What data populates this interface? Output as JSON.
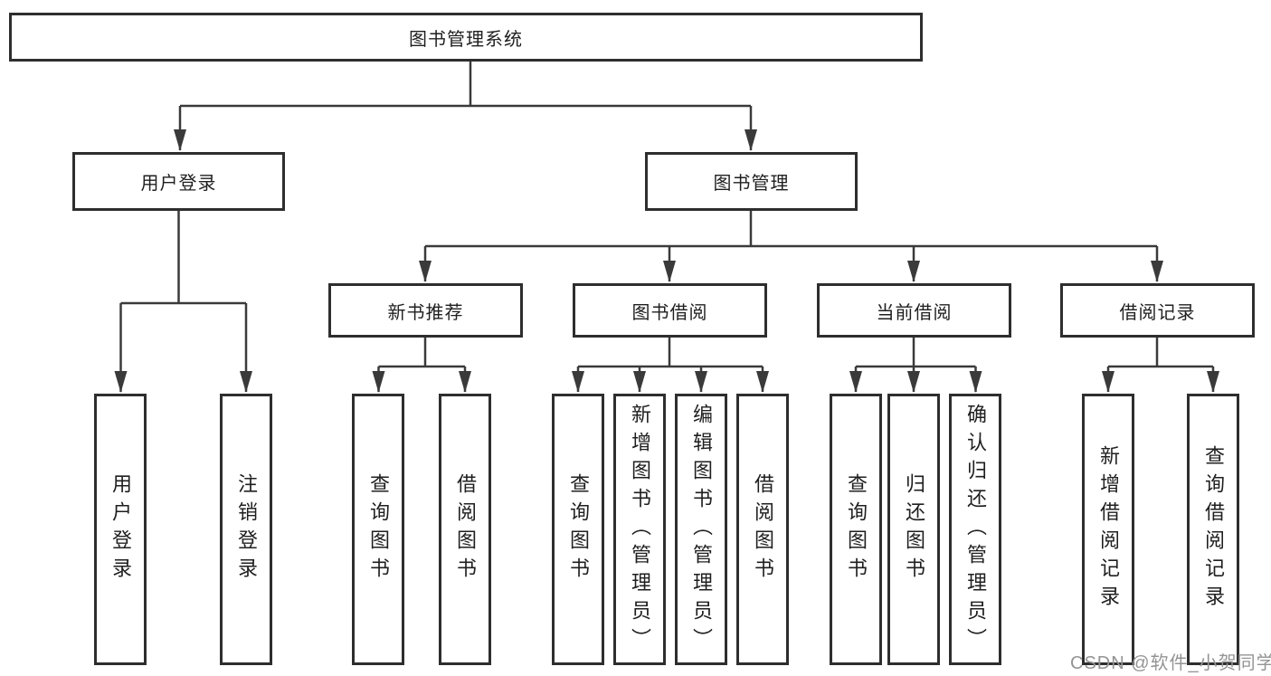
{
  "diagram": {
    "root": {
      "label": "图书管理系统"
    },
    "level1": [
      {
        "label": "用户登录"
      },
      {
        "label": "图书管理"
      }
    ],
    "level2": [
      {
        "label": "新书推荐"
      },
      {
        "label": "图书借阅"
      },
      {
        "label": "当前借阅"
      },
      {
        "label": "借阅记录"
      }
    ],
    "leaves": [
      {
        "label": "用户登录"
      },
      {
        "label": "注销登录"
      },
      {
        "label": "查询图书"
      },
      {
        "label": "借阅图书"
      },
      {
        "label": "查询图书"
      },
      {
        "label": "新增图书（管理员）"
      },
      {
        "label": "编辑图书（管理员）"
      },
      {
        "label": "借阅图书"
      },
      {
        "label": "查询图书"
      },
      {
        "label": "归还图书"
      },
      {
        "label": "确认归还（管理员）"
      },
      {
        "label": "新增借阅记录"
      },
      {
        "label": "查询借阅记录"
      }
    ],
    "colors": {
      "line": "#3a3a3a",
      "box_border": "#2e2e2e",
      "box_fill": "#ffffff",
      "text": "#1f1f1f",
      "watermark": "#949494"
    }
  },
  "watermark": {
    "text": "CSDN @软件_小贺同学"
  }
}
